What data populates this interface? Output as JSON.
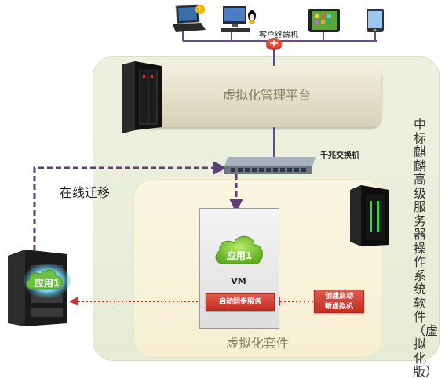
{
  "client_terminal_label": "客户终端机",
  "management_platform_label": "虚拟化管理平台",
  "gigabit_switch_label": "千兆交换机",
  "online_migration_label": "在线迁移",
  "app_label_vm": "应用1",
  "app_label_server": "应用1",
  "vm_label": "VM",
  "sync_service_button": "启动同步服务",
  "create_vm_button_line1": "创建启动",
  "create_vm_button_line2": "新虚拟机",
  "virtualization_suite_label": "虚拟化套件",
  "vertical_os_label": "中标麒麟高级服务器操作系统软件（虚拟化版）",
  "colors": {
    "migration_arrow": "#5e3f7a",
    "dotted_arrow": "#c0392b",
    "red_button": "#c83a2e",
    "network_line": "#6a4a8a"
  }
}
